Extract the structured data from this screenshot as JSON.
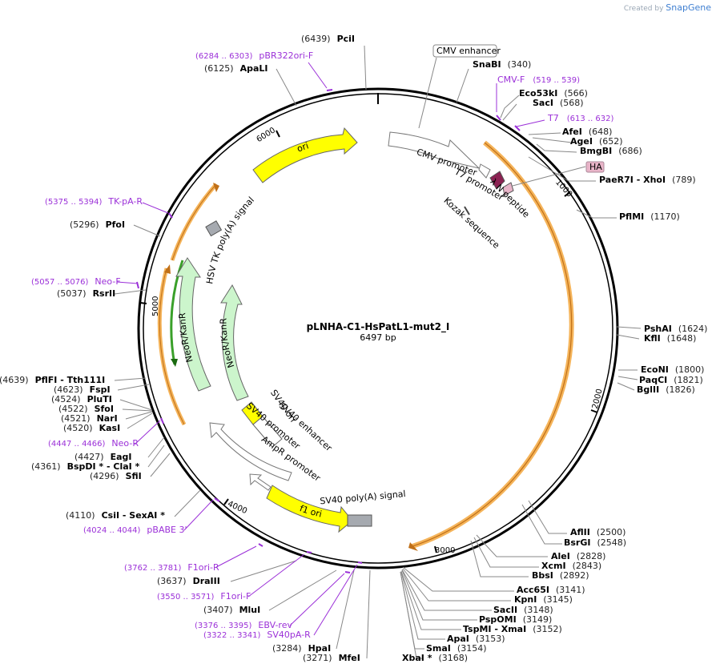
{
  "credit": {
    "prefix": "Created by",
    "brand": "SnapGene"
  },
  "plasmid": {
    "name": "pLNHA-C1-HsPatL1-mut2_I",
    "size": "6497 bp"
  },
  "ticks": [
    "1000",
    "2000",
    "3000",
    "4000",
    "5000",
    "6000"
  ],
  "sites": [
    {
      "name": "PciI",
      "pos": "(6439)"
    },
    {
      "name": "ApaLI",
      "pos": "(6125)"
    },
    {
      "name": "SnaBI",
      "pos": "(340)"
    },
    {
      "name": "Eco53kI",
      "pos": "(566)"
    },
    {
      "name": "SacI",
      "pos": "(568)"
    },
    {
      "name": "AfeI",
      "pos": "(648)"
    },
    {
      "name": "AgeI",
      "pos": "(652)"
    },
    {
      "name": "BmgBI",
      "pos": "(686)"
    },
    {
      "name": "PaeR7I  - XhoI",
      "pos": "(789)"
    },
    {
      "name": "PflMI",
      "pos": "(1170)"
    },
    {
      "name": "PshAI",
      "pos": "(1624)"
    },
    {
      "name": "KflI",
      "pos": "(1648)"
    },
    {
      "name": "EcoNI",
      "pos": "(1800)"
    },
    {
      "name": "PaqCI",
      "pos": "(1821)"
    },
    {
      "name": "BglII",
      "pos": "(1826)"
    },
    {
      "name": "AflII",
      "pos": "(2500)"
    },
    {
      "name": "BsrGI",
      "pos": "(2548)"
    },
    {
      "name": "AleI",
      "pos": "(2828)"
    },
    {
      "name": "XcmI",
      "pos": "(2843)"
    },
    {
      "name": "BbsI",
      "pos": "(2892)"
    },
    {
      "name": "Acc65I",
      "pos": "(3141)"
    },
    {
      "name": "KpnI",
      "pos": "(3145)"
    },
    {
      "name": "SacII",
      "pos": "(3148)"
    },
    {
      "name": "PspOMI",
      "pos": "(3149)"
    },
    {
      "name": "TspMI  - XmaI",
      "pos": "(3152)"
    },
    {
      "name": "ApaI",
      "pos": "(3153)"
    },
    {
      "name": "SmaI",
      "pos": "(3154)"
    },
    {
      "name": "XbaI *",
      "pos": "(3168)"
    },
    {
      "name": "MfeI",
      "pos": "(3271)"
    },
    {
      "name": "HpaI",
      "pos": "(3284)"
    },
    {
      "name": "MluI",
      "pos": "(3407)"
    },
    {
      "name": "DraIII",
      "pos": "(3637)"
    },
    {
      "name": "CsiI  - SexAI *",
      "pos": "(4110)"
    },
    {
      "name": "SfiI",
      "pos": "(4296)"
    },
    {
      "name": "BspDI *  - ClaI *",
      "pos": "(4361)"
    },
    {
      "name": "EagI",
      "pos": "(4427)"
    },
    {
      "name": "KasI",
      "pos": "(4520)"
    },
    {
      "name": "NarI",
      "pos": "(4521)"
    },
    {
      "name": "SfoI",
      "pos": "(4522)"
    },
    {
      "name": "PluTI",
      "pos": "(4524)"
    },
    {
      "name": "FspI",
      "pos": "(4623)"
    },
    {
      "name": "PflFI  - Tth111I",
      "pos": "(4639)"
    },
    {
      "name": "RsrII",
      "pos": "(5037)"
    },
    {
      "name": "PfoI",
      "pos": "(5296)"
    }
  ],
  "primers": [
    {
      "name": "pBR322ori-F",
      "range": "(6284 .. 6303)"
    },
    {
      "name": "CMV-F",
      "range": "(519 .. 539)"
    },
    {
      "name": "T7",
      "range": "(613 .. 632)"
    },
    {
      "name": "TK-pA-R",
      "range": "(5375 .. 5394)"
    },
    {
      "name": "Neo-F",
      "range": "(5057 .. 5076)"
    },
    {
      "name": "Neo-R",
      "range": "(4447 .. 4466)"
    },
    {
      "name": "pBABE 3'",
      "range": "(4024 .. 4044)"
    },
    {
      "name": "F1ori-R",
      "range": "(3762 .. 3781)"
    },
    {
      "name": "F1ori-F",
      "range": "(3550 .. 3571)"
    },
    {
      "name": "EBV-rev",
      "range": "(3376 .. 3395)"
    },
    {
      "name": "SV40pA-R",
      "range": "(3322 .. 3341)"
    }
  ],
  "features": {
    "cmv_enhancer": "CMV enhancer",
    "cmv_promoter": "CMV promoter",
    "t7_promoter": "T7 promoter",
    "lambda_n": "λ N peptide",
    "ha": "HA",
    "kozak": "Kozak sequence",
    "ori": "ori",
    "hsv_tk_polya": "HSV TK poly(A) signal",
    "neor_outer": "NeoR/KanR",
    "neor_inner": "NeoR/KanR",
    "sv40_ori": "SV40 ori",
    "sv40_enhancer": "SV40 enhancer",
    "sv40_promoter": "SV40 promoter",
    "ampr_promoter": "AmpR promoter",
    "f1_ori": "f1 ori",
    "sv40_polya": "SV40 poly(A) signal"
  },
  "colors": {
    "backbone": "#000000",
    "yellow_feature": "#ffff00",
    "green_feature": "#ccf5cc",
    "orf_highlight": "#f5b45a",
    "primer": "#9b30d8",
    "lambda_n": "#8b2252",
    "ha_box": "#e8b4c8",
    "polya_grey": "#a6aab0"
  }
}
